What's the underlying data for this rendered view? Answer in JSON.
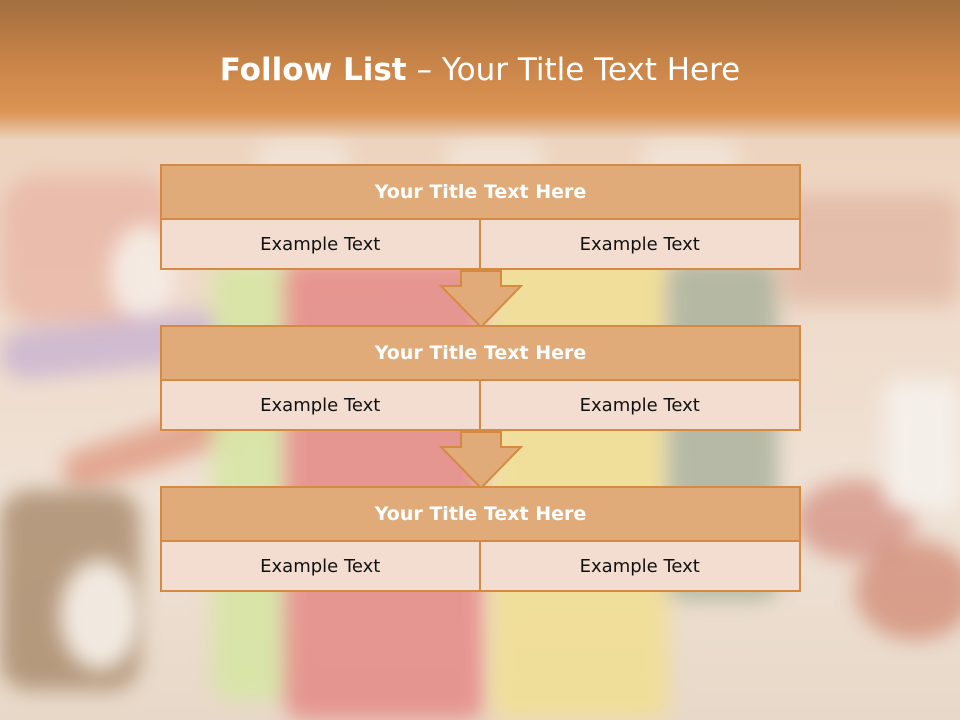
{
  "title": {
    "bold": "Follow List",
    "rest": "– Your Title Text Here"
  },
  "blocks": [
    {
      "title": "Your Title Text Here",
      "cells": [
        "Example Text",
        "Example Text"
      ]
    },
    {
      "title": "Your Title Text Here",
      "cells": [
        "Example Text",
        "Example Text"
      ]
    },
    {
      "title": "Your Title Text Here",
      "cells": [
        "Example Text",
        "Example Text"
      ]
    }
  ],
  "colors": {
    "accent": "#d58a44",
    "title_fill": "#e0ab79",
    "cell_fill": "#f2ddd0",
    "title_band": "#c98448"
  },
  "icons": [
    "down-arrow-icon"
  ]
}
